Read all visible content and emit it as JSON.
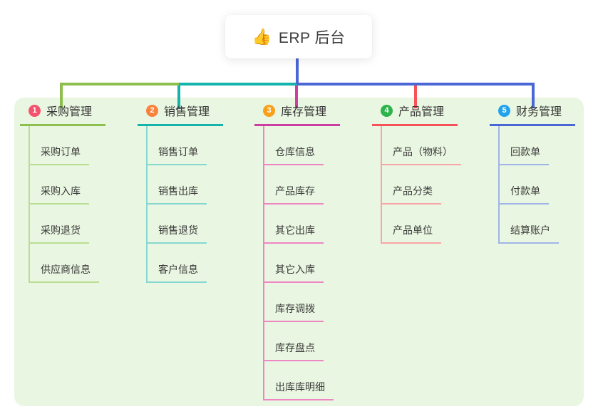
{
  "root": {
    "icon": "👍",
    "label": "ERP 后台"
  },
  "colors": {
    "canvas_bg": "#ffffff",
    "panel_bg": "#e9f6e1",
    "root_stem": "#4a67d5",
    "text": "#3a3a3a"
  },
  "branches": [
    {
      "badge": "1",
      "label": "采购管理",
      "colors": {
        "badge": "#f4536d",
        "main": "#8cbf4e",
        "light": "#b9dd92"
      },
      "children": [
        "采购订单",
        "采购入库",
        "采购退货",
        "供应商信息"
      ]
    },
    {
      "badge": "2",
      "label": "销售管理",
      "colors": {
        "badge": "#f8813c",
        "main": "#14b3ab",
        "light": "#87d7d1"
      },
      "children": [
        "销售订单",
        "销售出库",
        "销售退货",
        "客户信息"
      ]
    },
    {
      "badge": "3",
      "label": "库存管理",
      "colors": {
        "badge": "#f9a01b",
        "main": "#ce3da2",
        "light": "#ef86c4"
      },
      "children": [
        "仓库信息",
        "产品库存",
        "其它出库",
        "其它入库",
        "库存调拨",
        "库存盘点",
        "出库库明细"
      ]
    },
    {
      "badge": "4",
      "label": "产品管理",
      "colors": {
        "badge": "#2cb44b",
        "main": "#f7525a",
        "light": "#f9a4a8"
      },
      "children": [
        "产品（物料）",
        "产品分类",
        "产品单位"
      ]
    },
    {
      "badge": "5",
      "label": "财务管理",
      "colors": {
        "badge": "#23a3ee",
        "main": "#4a67d5",
        "light": "#a0b4e7"
      },
      "children": [
        "回款单",
        "付款单",
        "结算账户"
      ]
    }
  ]
}
